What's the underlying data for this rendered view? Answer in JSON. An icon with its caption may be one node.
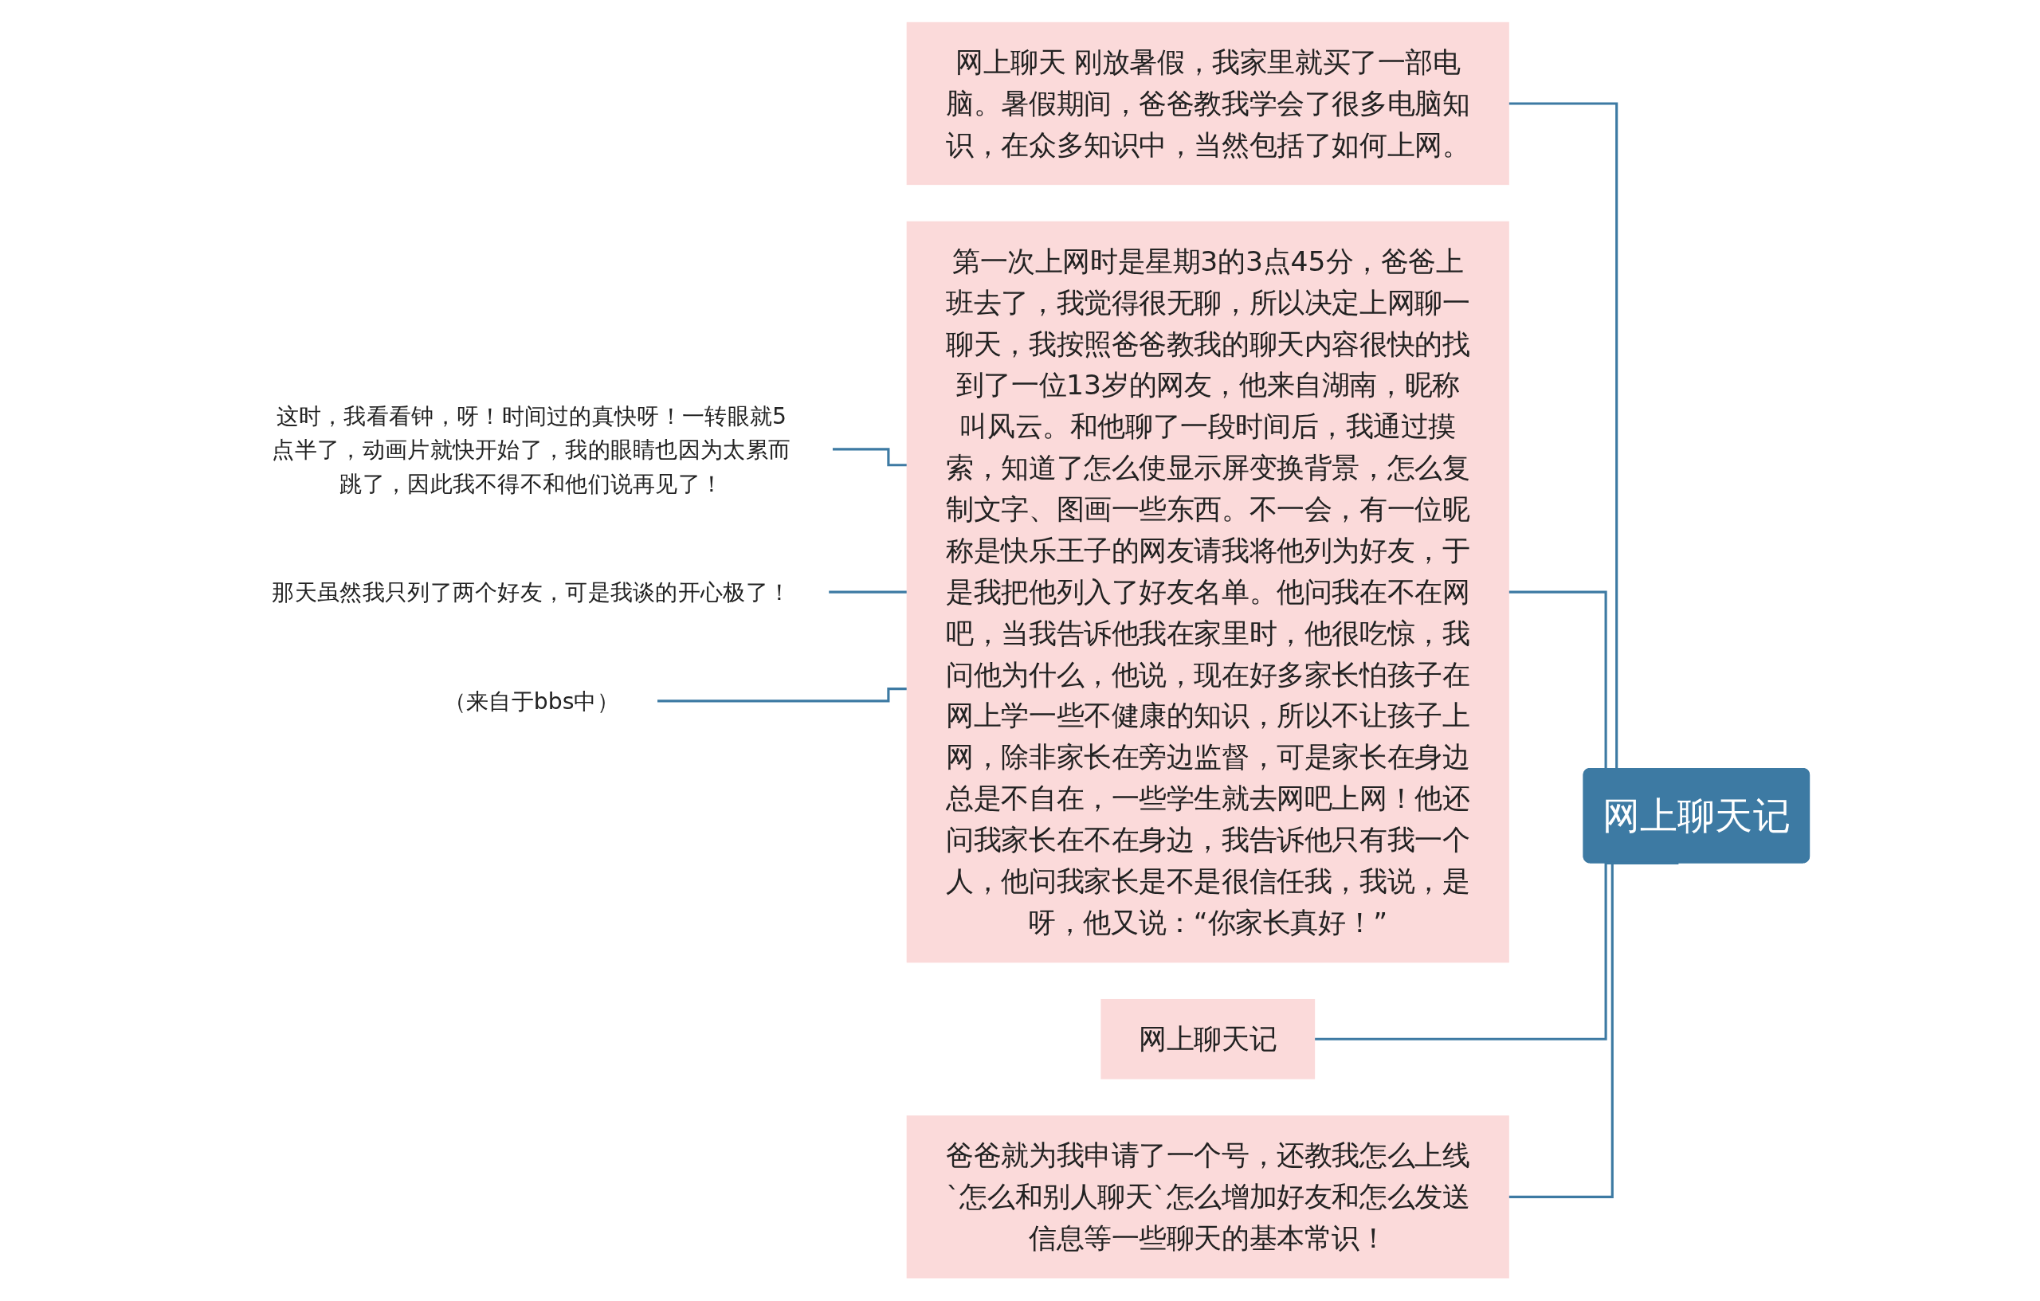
{
  "diagram": {
    "nodes": [
      {
        "text": [
          "网上聊天记"
        ]
      },
      {
        "text": [
          "网上聊天 刚放暑假，我家里就买了一部电脑。暑假期间，爸爸教我学会了很多电脑知识，在众多知识中，当然包括了如何上网。"
        ]
      },
      {
        "text": [
          "第一次上网时是星期3的3点45分，爸爸上班去了，我觉得很无聊，所以决定上网聊一聊天，我按照爸爸教我的聊天内容很快的找到了一位13岁的网友，他来自湖南，昵称叫风云。和他聊了一段时间后，我通过摸索，知道了怎么使显示屏变换背景，怎么复制文字、图画一些东西。不一会，有一位昵称是快乐王子的网友请我将他列为好友，于是我把他列入了好友名单。他问我在不在网吧，当我告诉他我在家里时，他很吃惊，我问他为什么，他说，现在好多家长怕孩子在网上学一些不健康的知识，所以不让孩子上网，除非家长在旁边监督，可是家长在身边总是不自在，一些学生就去网吧上网！他还问我家长在不在身边，我告诉他只有我一个人，他问我家长是不是很信任我，我说，是呀，他又说：“你家长真好！”"
        ]
      },
      {
        "text": [
          "这时，我看看钟，呀！时间过的真快呀！一转眼就5点半了，动画片就快开始了，我的眼睛也因为太累而跳了，因此我不得不和他们说再见了！"
        ]
      },
      {
        "text": [
          "那天虽然我只列了两个好友，可是我谈的开心极了！"
        ]
      },
      {
        "text": [
          "（来自于bbs中）"
        ]
      },
      {
        "text": [
          "网上聊天记"
        ]
      },
      {
        "text": [
          "爸爸就为我申请了一个号，还教我怎么上线`怎么和别人聊天`怎么增加好友和怎么发送信息等一些聊天的基本常识！"
        ]
      }
    ],
    "edges": [
      {
        "from": 0,
        "to": 1,
        "arrow": "none"
      },
      {
        "from": 0,
        "to": 2,
        "arrow": "none"
      },
      {
        "from": 2,
        "to": 3,
        "arrow": "none"
      },
      {
        "from": 2,
        "to": 4,
        "arrow": "none"
      },
      {
        "from": 2,
        "to": 5,
        "arrow": "none"
      },
      {
        "from": 0,
        "to": 6,
        "arrow": "none"
      },
      {
        "from": 0,
        "to": 7,
        "arrow": "none"
      }
    ]
  }
}
